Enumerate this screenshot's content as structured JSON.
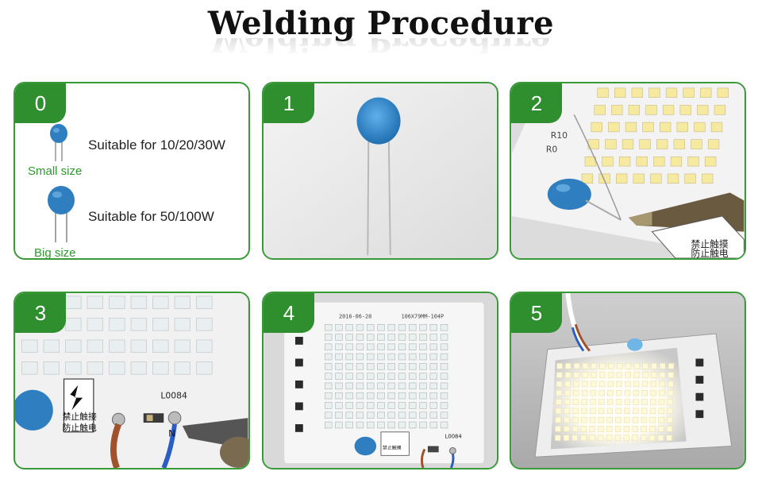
{
  "title": "Welding Procedure",
  "accent_color": "#2f8f2f",
  "steps": [
    {
      "number": "0",
      "items": [
        {
          "size_label": "Small size",
          "description": "Suitable for 10/20/30W",
          "icon": "small-capacitor-icon"
        },
        {
          "size_label": "Big size",
          "description": "Suitable for 50/100W",
          "icon": "big-capacitor-icon"
        }
      ]
    },
    {
      "number": "1",
      "image": "capacitor-photo"
    },
    {
      "number": "2",
      "image": "soldering-photo",
      "board_text": [
        "R10",
        "R0",
        "禁止触摸",
        "防止触电"
      ]
    },
    {
      "number": "3",
      "image": "wiring-photo",
      "board_text": [
        "L0084",
        "禁止触接",
        "防止触电",
        "N"
      ]
    },
    {
      "number": "4",
      "image": "assembled-board-photo",
      "board_text": [
        "2016-06-28",
        "106X79MM-104P",
        "L0084",
        "禁止触摸"
      ]
    },
    {
      "number": "5",
      "image": "lit-board-photo"
    }
  ]
}
